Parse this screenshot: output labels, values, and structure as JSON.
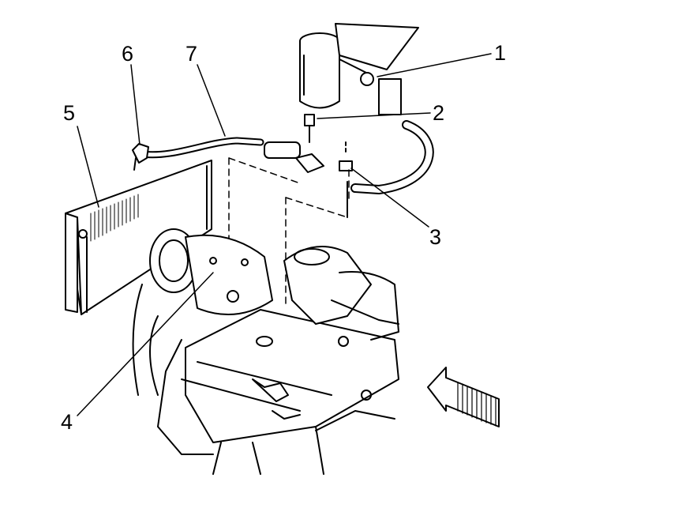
{
  "diagram": {
    "callouts": [
      {
        "id": "1",
        "label": "1"
      },
      {
        "id": "2",
        "label": "2"
      },
      {
        "id": "3",
        "label": "3"
      },
      {
        "id": "4",
        "label": "4"
      },
      {
        "id": "5",
        "label": "5"
      },
      {
        "id": "6",
        "label": "6"
      },
      {
        "id": "7",
        "label": "7"
      }
    ],
    "colors": {
      "ink": "#000000",
      "paper": "#ffffff",
      "shade": "#d9d9d9"
    }
  }
}
